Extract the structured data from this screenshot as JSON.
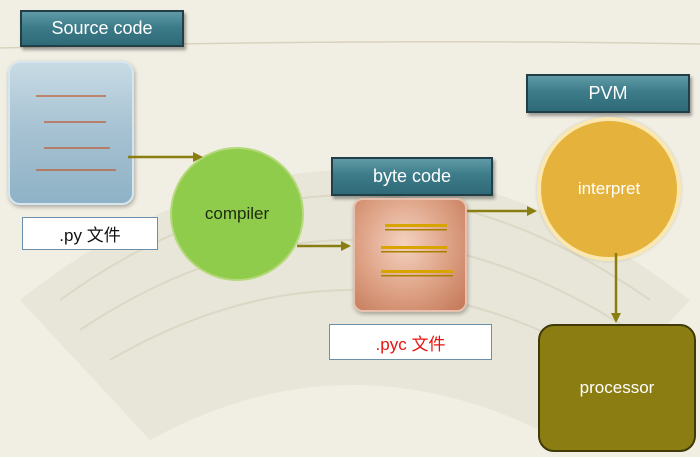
{
  "headers": {
    "source_code": "Source  code",
    "byte_code": "byte code",
    "pvm": "PVM"
  },
  "labels": {
    "py_file": ".py 文件",
    "pyc_file": ".pyc 文件"
  },
  "nodes": {
    "compiler": "compiler",
    "interpret": "interpret",
    "processor": "processor"
  },
  "colors": {
    "header_teal": "#3d7c8a",
    "compiler_green": "#8fcc4b",
    "interpret_gold": "#e5b23c",
    "processor_olive": "#8b7d12",
    "arrow_olive": "#8a7d12",
    "pyc_label_red": "#e8140f"
  }
}
